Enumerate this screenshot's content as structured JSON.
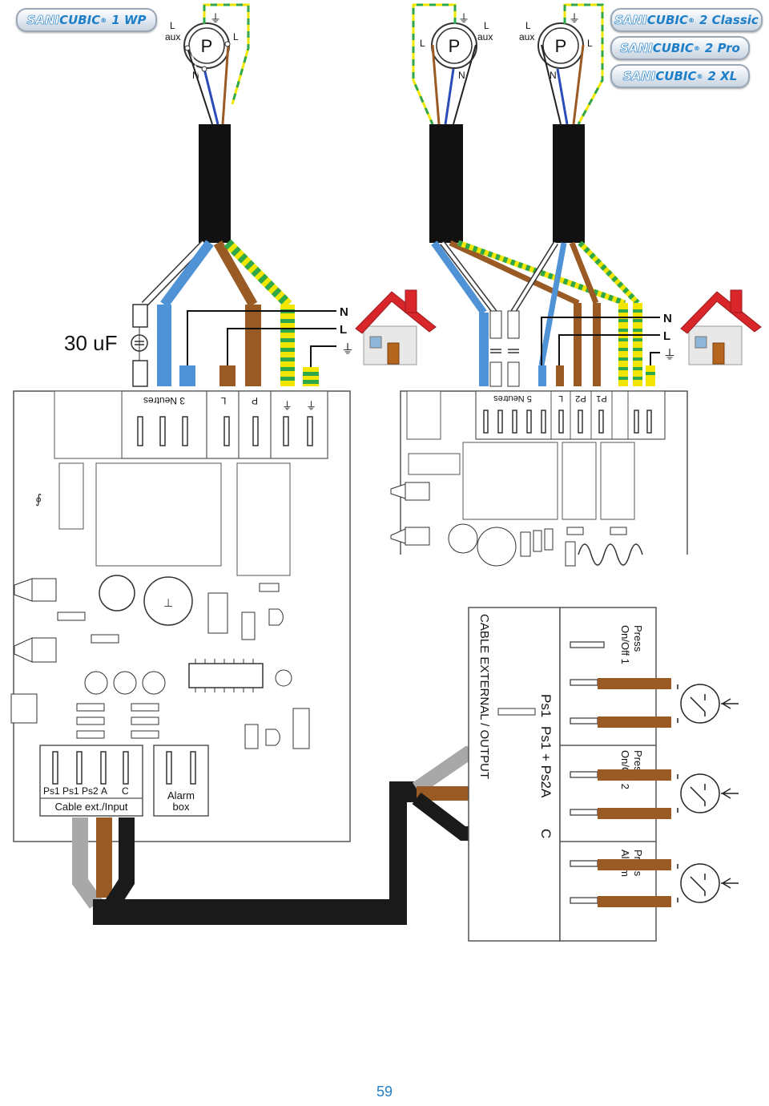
{
  "badges": {
    "left": {
      "brand_a": "SANI",
      "brand_b": "CUBIC",
      "reg": "®",
      "model": "1 WP"
    },
    "right": [
      {
        "brand_a": "SANI",
        "brand_b": "CUBIC",
        "reg": "®",
        "model": "2 Classic"
      },
      {
        "brand_a": "SANI",
        "brand_b": "CUBIC",
        "reg": "®",
        "model": "2 Pro"
      },
      {
        "brand_a": "SANI",
        "brand_b": "CUBIC",
        "reg": "®",
        "model": "2 XL"
      }
    ]
  },
  "motor": {
    "symbol": "P",
    "l": "L",
    "aux": "aux",
    "n": "N"
  },
  "capacitor": "30 uF",
  "mains": {
    "n": "N",
    "l": "L"
  },
  "board_left": {
    "terminals": {
      "neutres": "3 Neutres",
      "l": "L",
      "p": "P"
    },
    "inputs": {
      "ps1a": "Ps1",
      "ps1b": "Ps1",
      "ps2": "Ps2",
      "a": "A",
      "c": "C",
      "caption": "Cable ext./Input"
    },
    "alarm_line1": "Alarm",
    "alarm_line2": "box"
  },
  "board_right": {
    "terminals": {
      "neutres": "5 Neutres",
      "l": "L",
      "p2": "P2",
      "p1": "P1"
    }
  },
  "output": {
    "title": "CABLE EXTERNAL / OUTPUT",
    "ps1": "Ps1",
    "ps1_ps2": "Ps1 + Ps2",
    "a": "A",
    "c": "C",
    "press1_line1": "Press",
    "press1_line2": "On/Off 1",
    "press2_line1": "Press",
    "press2_line2": "On/Off 2",
    "press3_line1": "Press",
    "press3_line2": "Alarm"
  },
  "page_number": "59",
  "colors": {
    "brown": "#9a5a24",
    "blue": "#4f92d6",
    "yellow": "#f2e600",
    "green": "#2ea84a",
    "grey": "#a8a8a8",
    "black": "#1a1a1a",
    "accent": "#1e7fc8",
    "roof": "#d8262a"
  }
}
